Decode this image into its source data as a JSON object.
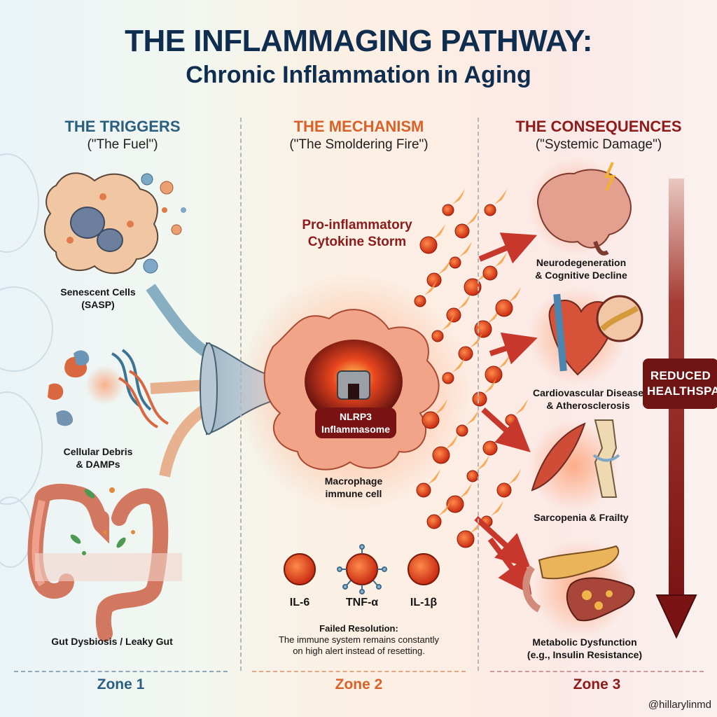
{
  "header": {
    "title": "THE INFLAMMAGING PATHWAY:",
    "subtitle": "Chronic Inflammation in Aging"
  },
  "columns": [
    {
      "heading": "THE TRIGGERS",
      "subheading": "(\"The Fuel\")",
      "color": "#2b5f80",
      "zone": "Zone 1"
    },
    {
      "heading": "THE MECHANISM",
      "subheading": "(\"The Smoldering Fire\")",
      "color": "#d9622a",
      "zone": "Zone 2"
    },
    {
      "heading": "THE CONSEQUENCES",
      "subheading": "(\"Systemic Damage\")",
      "color": "#8e1a1a",
      "zone": "Zone 3"
    }
  ],
  "triggers": [
    {
      "line1": "Senescent Cells",
      "line2": "(SASP)"
    },
    {
      "line1": "Cellular Debris",
      "line2": "& DAMPs"
    },
    {
      "line1": "Gut Dysbiosis / Leaky Gut",
      "line2": ""
    }
  ],
  "mechanism": {
    "storm_line1": "Pro-inflammatory",
    "storm_line2": "Cytokine Storm",
    "nlrp3_line1": "NLRP3",
    "nlrp3_line2": "Inflammasome",
    "macrophage_line1": "Macrophage",
    "macrophage_line2": "immune cell",
    "cytokines": [
      "IL-6",
      "TNF-α",
      "IL-1β"
    ],
    "failed_title": "Failed Resolution:",
    "failed_line1": "The immune system remains constantly",
    "failed_line2": "on high alert instead of resetting."
  },
  "consequences": [
    {
      "line1": "Neurodegeneration",
      "line2": "& Cognitive Decline"
    },
    {
      "line1": "Cardiovascular Disease",
      "line2": "& Atherosclerosis"
    },
    {
      "line1": "Sarcopenia & Frailty",
      "line2": ""
    },
    {
      "line1": "Metabolic Dysfunction",
      "line2": "(e.g., Insulin Resistance)"
    }
  ],
  "healthspan": {
    "line1": "REDUCED",
    "line2": "HEALTHSPAN"
  },
  "credit": "@hillarylinmd",
  "colors": {
    "navy": "#0f2d4f",
    "blue": "#2b5f80",
    "orange": "#d9622a",
    "darkred": "#8e1a1a",
    "storm": "#8c1c1c"
  }
}
